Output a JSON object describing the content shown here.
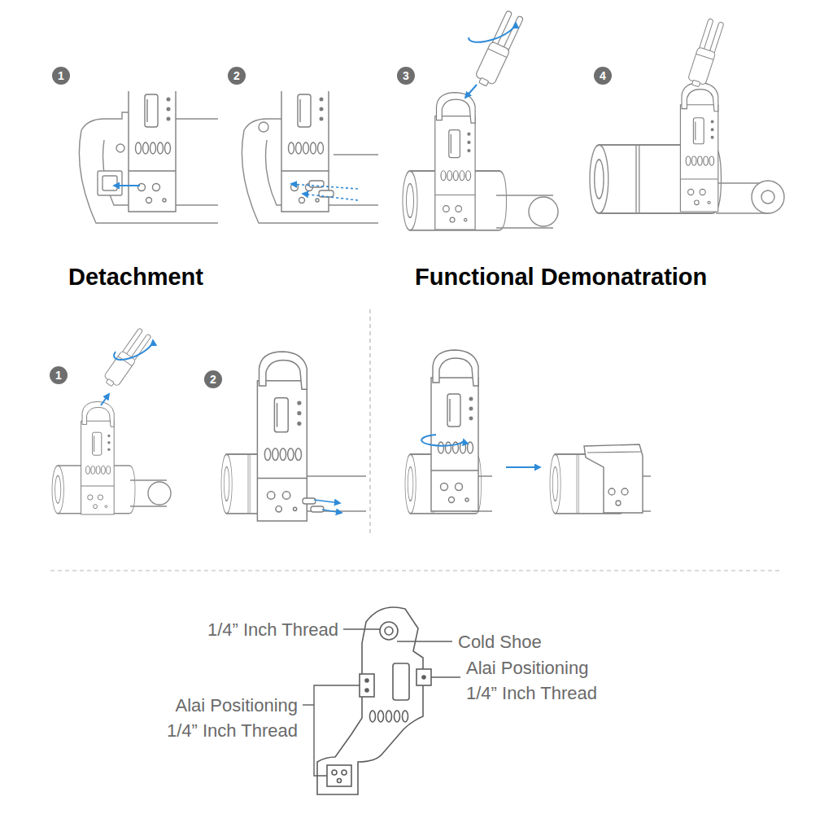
{
  "diagram": {
    "labels": [
      "1",
      "2",
      "3",
      "4",
      "Detachment",
      "Functional Demonatration",
      "1",
      "2",
      "1/4” Inch Thread",
      "Cold Shoe",
      "Alai Positioning 1/4” Inch Thread",
      "Alai Positioning 1/4” Inch Thread"
    ]
  }
}
